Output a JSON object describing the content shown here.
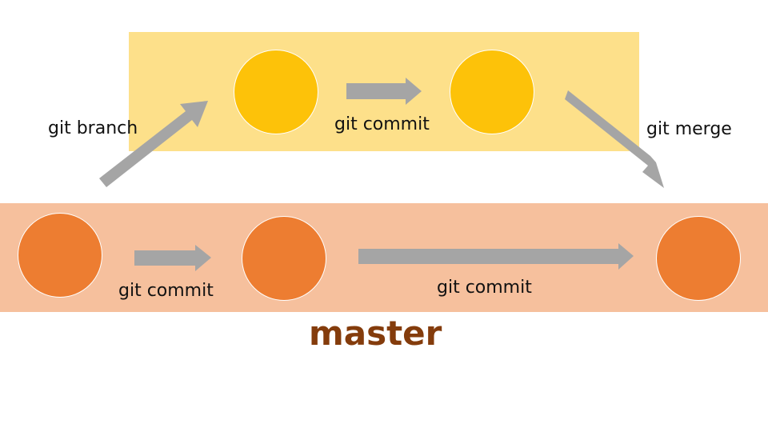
{
  "colors": {
    "branch_band": "#fde08a",
    "master_band": "#f6c09d",
    "branch_node": "#fdc209",
    "master_node": "#ed7d31",
    "arrow": "#a5a5a5",
    "master_label": "#843c0c"
  },
  "labels": {
    "git_branch": "git branch",
    "branch_commit": "git commit",
    "git_merge": "git merge",
    "master_commit_1": "git commit",
    "master_commit_2": "git commit",
    "master": "master"
  },
  "diagram": {
    "branch_nodes": [
      "node-1",
      "node-2"
    ],
    "master_nodes": [
      "node-1",
      "node-2",
      "node-3"
    ]
  }
}
